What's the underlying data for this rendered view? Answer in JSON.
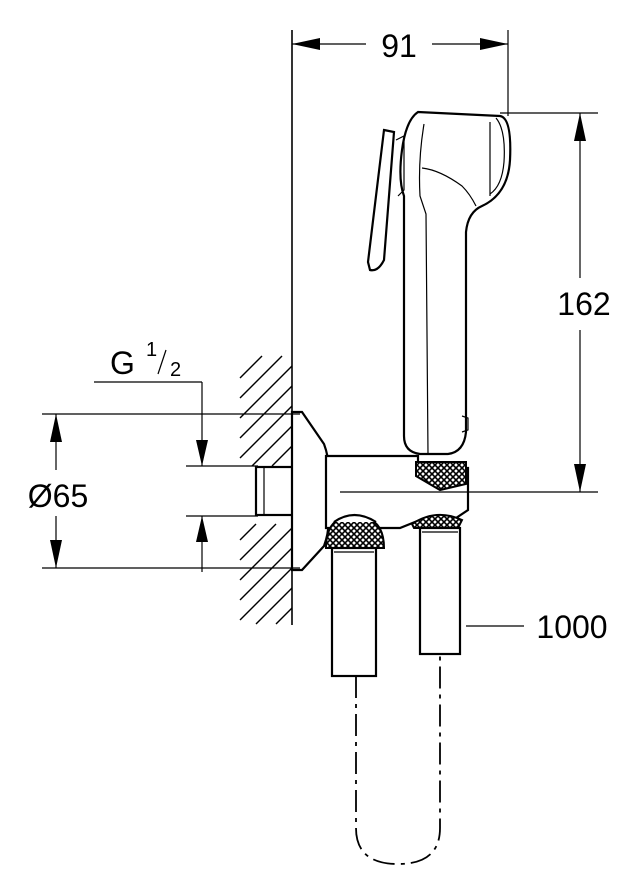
{
  "dimensions": {
    "width_label": "91",
    "height_label": "162",
    "diameter_label": "Ø65",
    "thread_label_main": "G",
    "thread_label_num": "1",
    "thread_label_den": "2",
    "hose_length_label": "1000"
  }
}
